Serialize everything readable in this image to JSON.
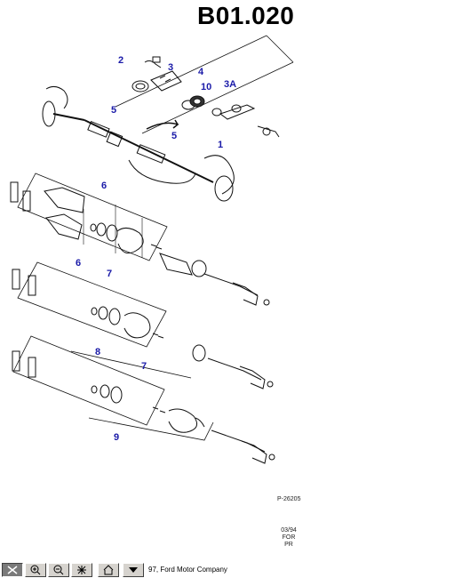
{
  "page": {
    "title": "B01.020"
  },
  "callouts": {
    "c2": "2",
    "c3": "3",
    "c4": "4",
    "c10": "10",
    "c3a": "3A",
    "c5a": "5",
    "c5b": "5",
    "c1": "1",
    "c6a": "6",
    "c6b": "6",
    "c7a": "7",
    "c7b": "7",
    "c8": "8",
    "c9": "9"
  },
  "reference": {
    "code": "P-26205",
    "date": "03/94",
    "line2": "FOR",
    "line3": "PR"
  },
  "toolbar": {
    "icons": [
      "select-tool-icon",
      "zoom-in-icon",
      "zoom-out-icon",
      "fit-page-icon",
      "home-icon",
      "dropdown-arrow-icon"
    ],
    "copyright": "97, Ford Motor Company"
  }
}
